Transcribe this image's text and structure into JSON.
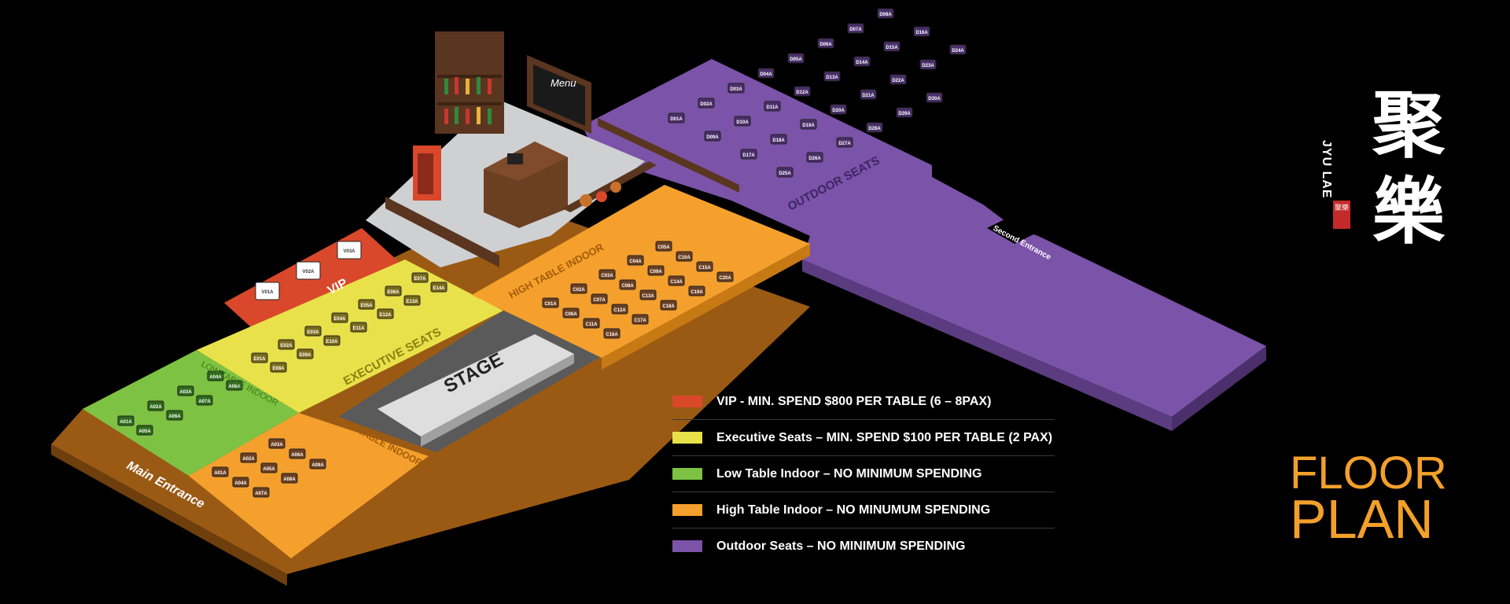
{
  "map": {
    "zones": {
      "vip": "VIP",
      "executive": "EXECUTIVE SEATS",
      "low_table": "LOW TABLE INDOOR",
      "high_table_left": "HIGH TABLE INDOOR",
      "high_table_right": "HIGH TABLE INDOOR",
      "outdoor": "OUTDOOR SEATS",
      "stage": "STAGE",
      "main_entrance": "Main Entrance",
      "second_entrance": "Second Entrance"
    },
    "bar": {
      "menu_board": "Menu"
    },
    "tables": {
      "vip": [
        "V01A",
        "V02A",
        "V03A"
      ],
      "executive": [
        "E01A",
        "E02A",
        "E03A",
        "E04A",
        "E05A",
        "E06A",
        "E07A",
        "E08A",
        "E09A",
        "E10A",
        "E11A",
        "E12A",
        "E13A",
        "E14A"
      ],
      "low": [
        "A01A",
        "A02A",
        "A03A",
        "A04A",
        "A05A",
        "A06A",
        "A07A",
        "A08A"
      ],
      "high_left": [
        "A01A",
        "A02A",
        "A03A",
        "A04A",
        "A05A",
        "A06A",
        "A07A",
        "A08A",
        "A09A"
      ],
      "high_right": [
        "C01A",
        "C02A",
        "C03A",
        "C04A",
        "C05A",
        "C06A",
        "C07A",
        "C08A",
        "C09A",
        "C10A",
        "C11A",
        "C12A",
        "C13A",
        "C14A",
        "C15A",
        "C16A",
        "C17A",
        "C18A",
        "C19A",
        "C20A"
      ],
      "outdoor": [
        "D01A",
        "D02A",
        "D03A",
        "D04A",
        "D05A",
        "D06A",
        "D07A",
        "D08A",
        "D09A",
        "D10A",
        "D11A",
        "D12A",
        "D13A",
        "D14A",
        "D15A",
        "D16A",
        "D17A",
        "D18A",
        "D19A",
        "D20A",
        "D21A",
        "D22A",
        "D23A",
        "D24A",
        "D25A",
        "D26A",
        "D27A",
        "D28A",
        "D29A",
        "D30A"
      ]
    }
  },
  "legend": [
    {
      "label": "VIP - MIN. SPEND $800 PER TABLE (6 – 8PAX)",
      "color": "#d9482b"
    },
    {
      "label": "Executive Seats – MIN. SPEND $100 PER TABLE (2 PAX)",
      "color": "#e8e14a"
    },
    {
      "label": "Low Table Indoor – NO MINIMUM SPENDING",
      "color": "#7dc242"
    },
    {
      "label": "High Table Indoor – NO MINUMUM SPENDING",
      "color": "#f5a02d"
    },
    {
      "label": "Outdoor Seats – NO MINIMUM SPENDING",
      "color": "#7b53a8"
    }
  ],
  "brand": {
    "name": "JYU LAE",
    "glyph_1": "聚",
    "glyph_2": "樂",
    "seal": "聚樂"
  },
  "title": {
    "line1": "FLOOR",
    "line2": "PLAN"
  }
}
